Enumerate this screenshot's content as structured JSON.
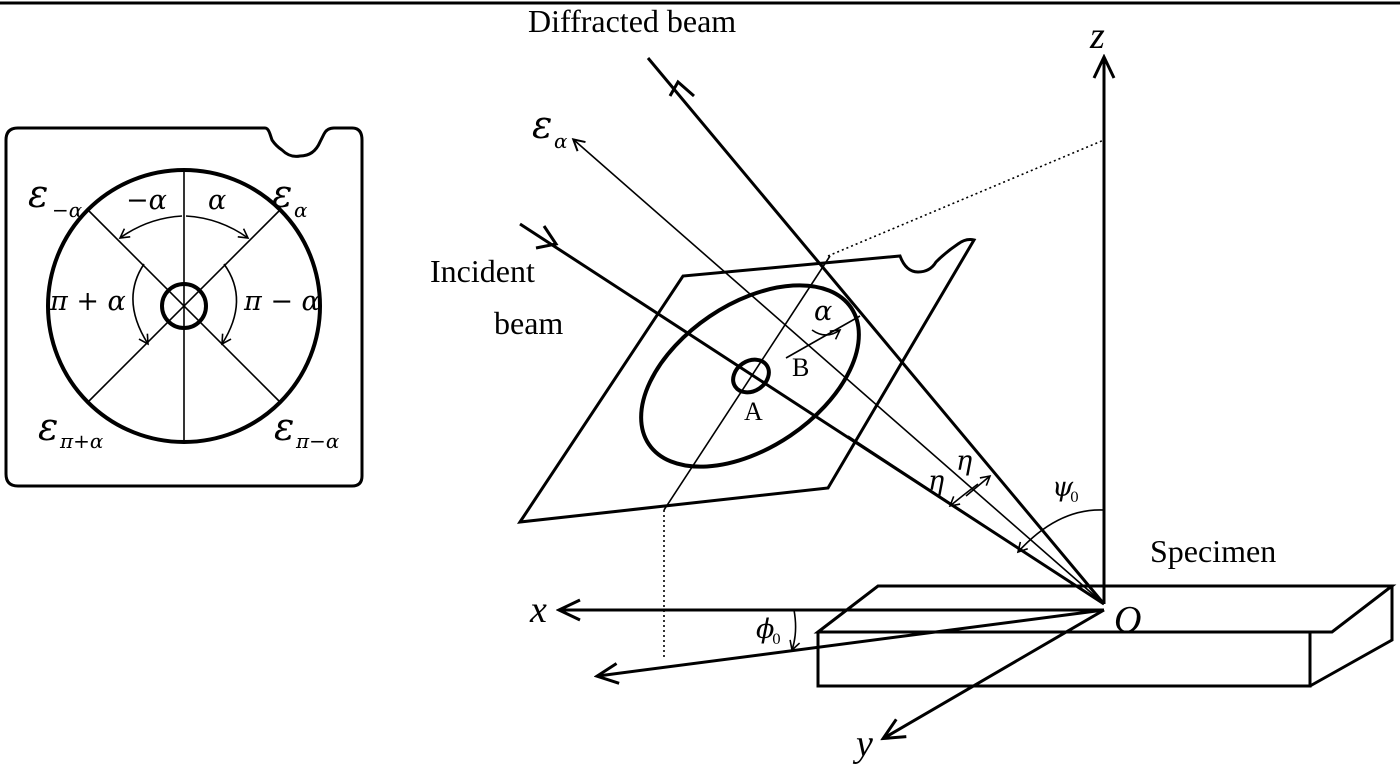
{
  "labels": {
    "diffracted_beam": "Diffracted beam",
    "incident_beam_line1": "Incident",
    "incident_beam_line2": "beam",
    "specimen": "Specimen",
    "point_a": "A",
    "point_b": "B",
    "origin": "O",
    "axis_x": "x",
    "axis_y": "y",
    "axis_z": "z"
  },
  "greek": {
    "epsilon": "ε",
    "alpha": "α",
    "eta": "η",
    "psi": "ψ",
    "phi": "ϕ",
    "zero": "0"
  },
  "inset": {
    "top_left_label": "ε",
    "top_left_sub": "−α",
    "top_right_label": "ε",
    "top_right_sub": "α",
    "bottom_left_label": "ε",
    "bottom_left_sub": "π+α",
    "bottom_right_label": "ε",
    "bottom_right_sub": "π−α",
    "arc_minus_alpha": "−α",
    "arc_alpha": "α",
    "arc_pi_plus_alpha": "π + α",
    "arc_pi_minus_alpha": "π − α"
  },
  "main": {
    "eps_alpha_label": "ε",
    "eps_alpha_sub": "α",
    "alpha_label": "α",
    "eta_upper": "η",
    "eta_lower": "η",
    "psi_label": "ψ",
    "psi_sub": "0",
    "phi_label": "ϕ",
    "phi_sub": "0"
  }
}
